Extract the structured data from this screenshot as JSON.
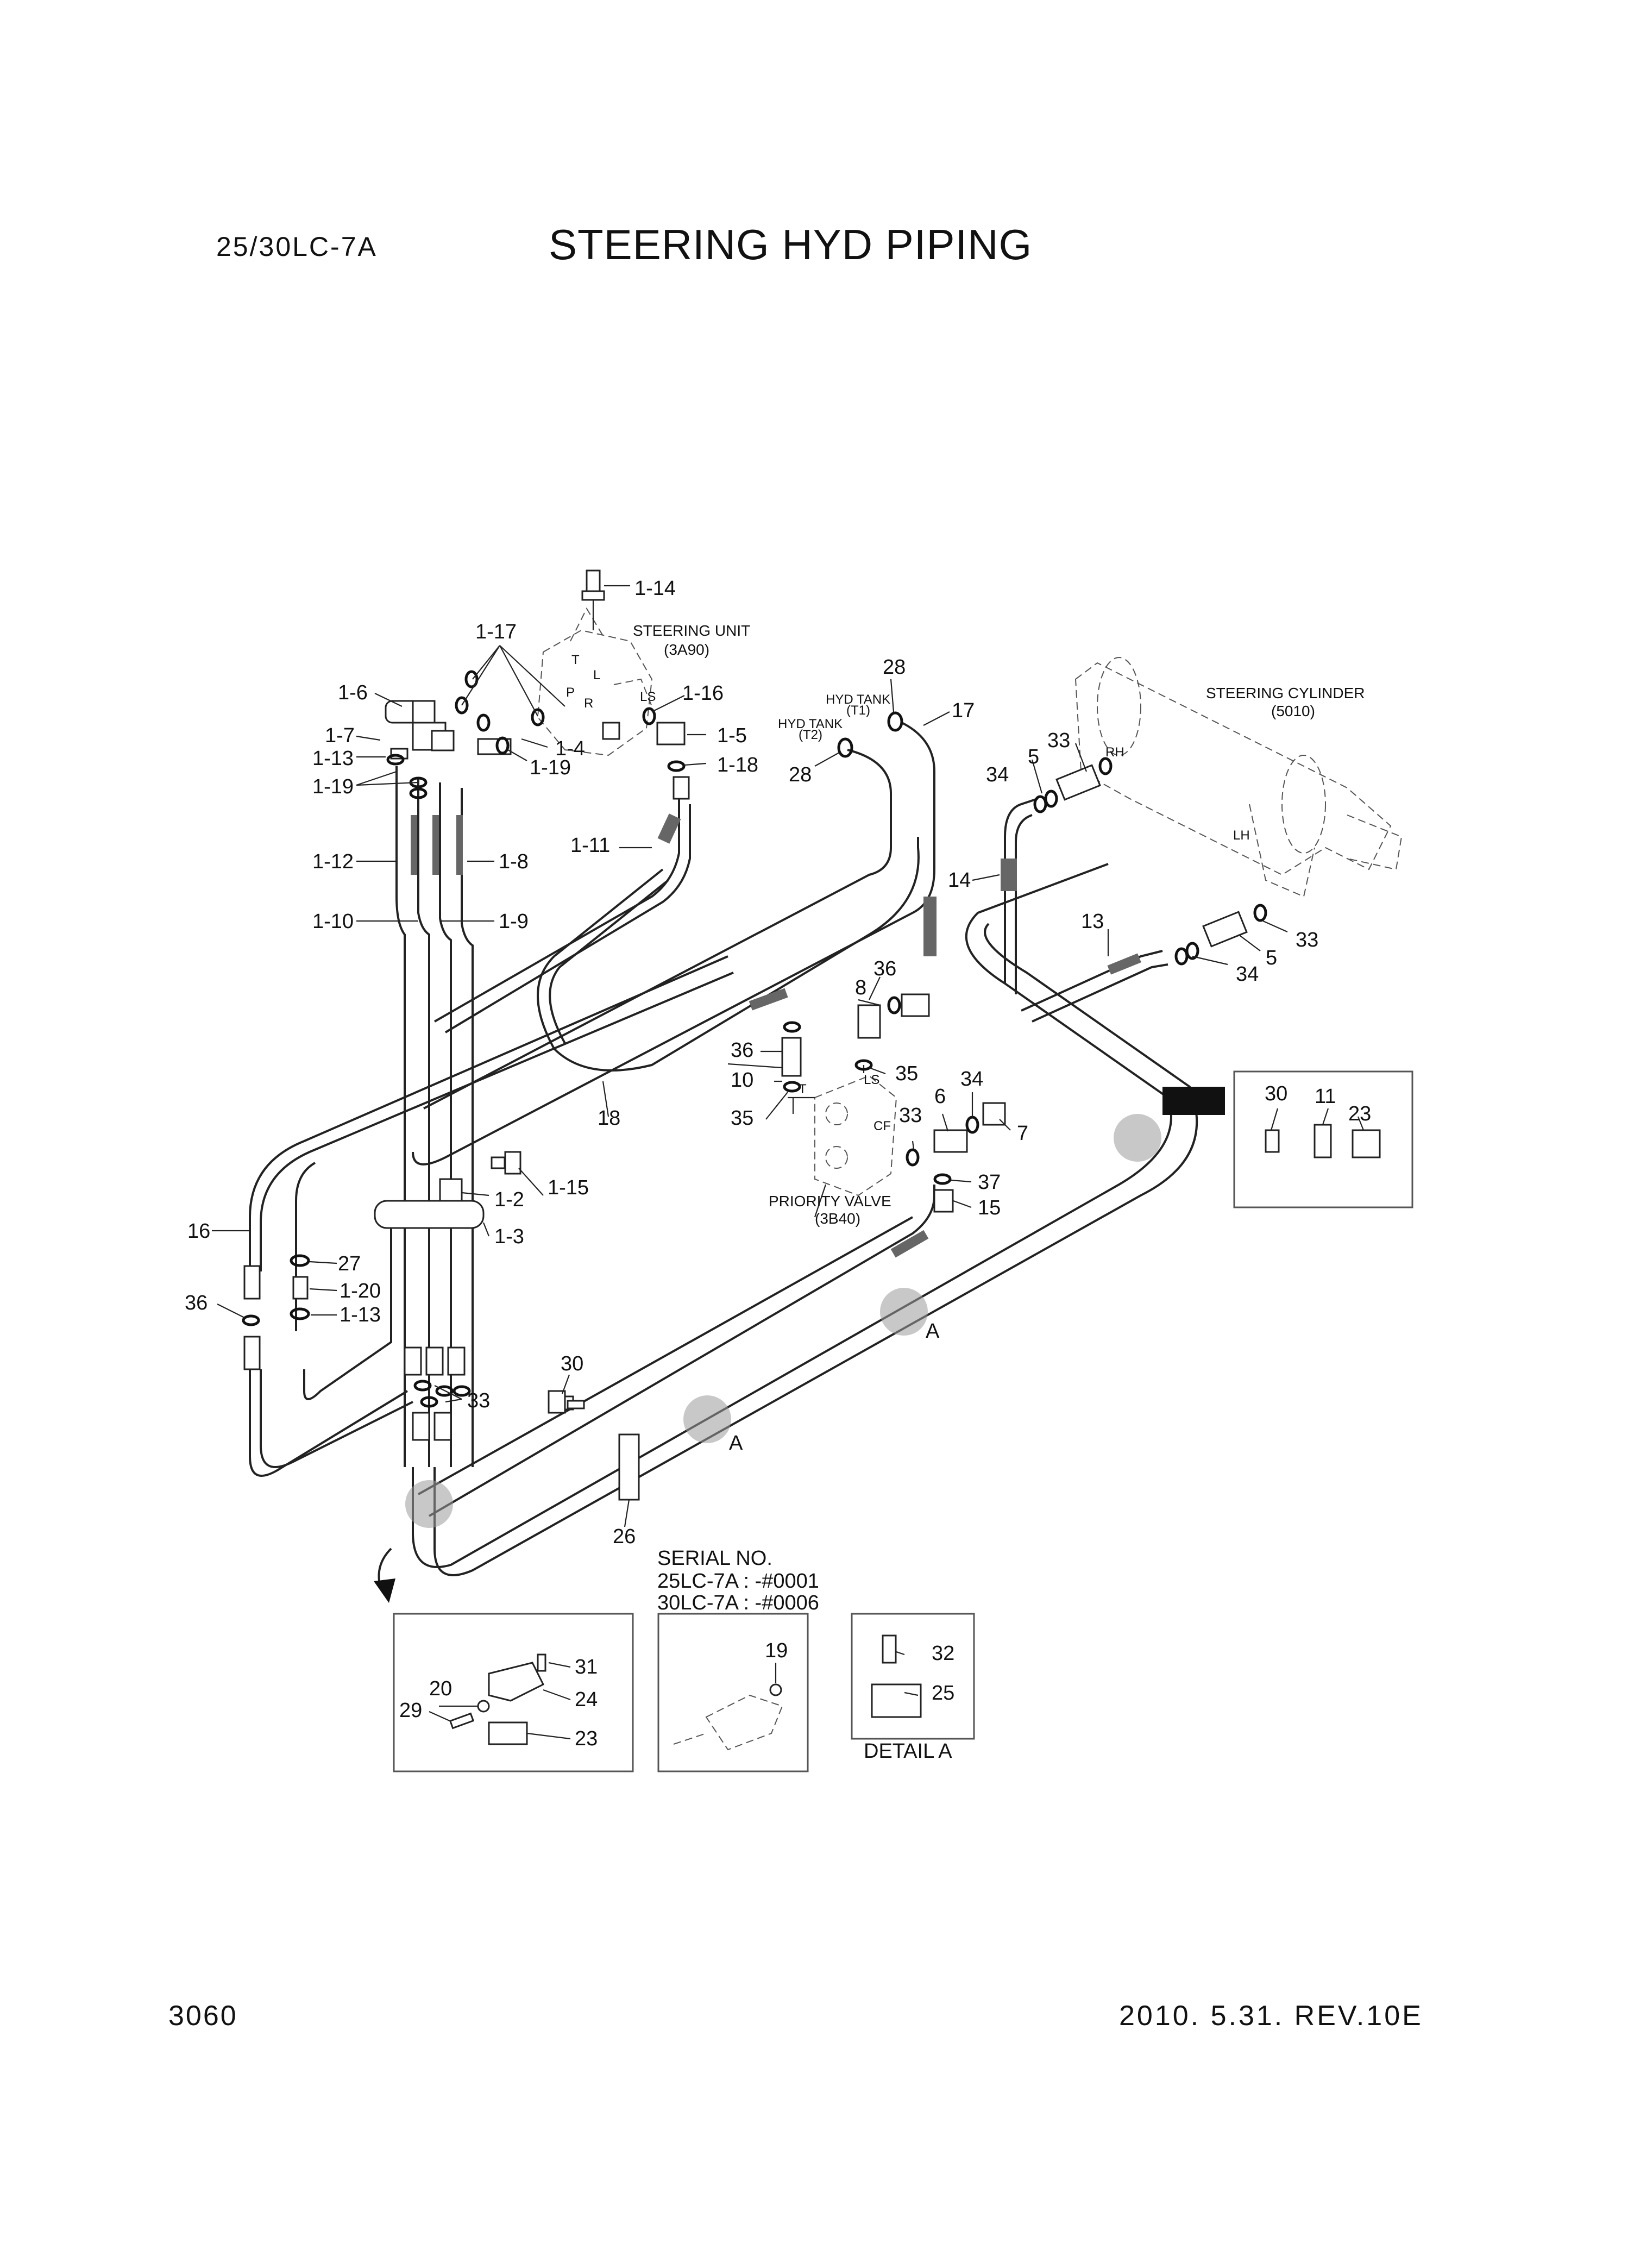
{
  "header": {
    "model": "25/30LC-7A",
    "title": "STEERING HYD PIPING"
  },
  "footer": {
    "page_number": "3060",
    "revision": "2010. 5.31.  REV.10E"
  },
  "components": {
    "steering_unit": {
      "name": "STEERING UNIT",
      "code": "(3A90)"
    },
    "steering_cylinder": {
      "name": "STEERING CYLINDER",
      "code": "(5010)"
    },
    "priority_valve": {
      "name": "PRIORITY VALVE",
      "code": "(3B40)"
    },
    "hyd_tank_1": {
      "name": "HYD TANK",
      "code": "(T1)"
    },
    "hyd_tank_2": {
      "name": "HYD TANK",
      "code": "(T2)"
    }
  },
  "port_labels": {
    "T": "T",
    "L": "L",
    "P": "P",
    "R": "R",
    "LS": "LS",
    "RH": "RH",
    "LH": "LH",
    "CF": "CF"
  },
  "callouts": {
    "c1_14": "1-14",
    "c1_17": "1-17",
    "c1_6": "1-6",
    "c1_16": "1-16",
    "c1_5": "1-5",
    "c1_7": "1-7",
    "c1_13a": "1-13",
    "c1_19a": "1-19",
    "c1_4": "1-4",
    "c1_19b": "1-19",
    "c1_18": "1-18",
    "c1_11": "1-11",
    "c1_12": "1-12",
    "c1_8": "1-8",
    "c1_10": "1-10",
    "c1_9": "1-9",
    "c1_15": "1-15",
    "c1_2": "1-2",
    "c1_3": "1-3",
    "c1_20": "1-20",
    "c1_13b": "1-13",
    "c28a": "28",
    "c28b": "28",
    "c17": "17",
    "c33a": "33",
    "c5a": "5",
    "c34a": "34",
    "c14": "14",
    "c13": "13",
    "c5b": "5",
    "c33b": "33",
    "c34b": "34",
    "c36a": "36",
    "c8": "8",
    "c36b": "36",
    "c10": "10",
    "c35a": "35",
    "c35b": "35",
    "c18": "18",
    "c6": "6",
    "c34c": "34",
    "c33c": "33",
    "c7": "7",
    "c37": "37",
    "c15": "15",
    "c16": "16",
    "c27": "27",
    "c36c": "36",
    "c30": "30",
    "c33d": "33",
    "c26": "26",
    "cA1": "A",
    "cA2": "A",
    "c30b": "30",
    "c11": "11",
    "c23a": "23"
  },
  "serial": {
    "heading": "SERIAL NO.",
    "line1": "25LC-7A : -#0001",
    "line2": "30LC-7A : -#0006"
  },
  "inset_left": {
    "c31": "31",
    "c24": "24",
    "c20": "20",
    "c29": "29",
    "c23": "23"
  },
  "inset_mid": {
    "c19": "19"
  },
  "inset_right": {
    "c32": "32",
    "c25": "25",
    "caption": "DETAIL A"
  }
}
